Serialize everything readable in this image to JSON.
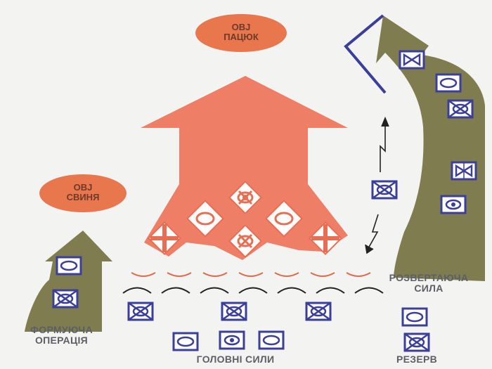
{
  "objectives": {
    "rat": {
      "line1": "OBJ",
      "line2": "ПАЦЮК"
    },
    "pig": {
      "line1": "OBJ",
      "line2": "СВИНЯ"
    }
  },
  "labels": {
    "shaping_line1": "ФОРМУЮЧА",
    "shaping_line2": "ОПЕРАЦІЯ",
    "main_forces": "ГОЛОВНІ СИЛИ",
    "reserve": "РЕЗЕРВ",
    "exploit_line1": "РОЗВЕРТАЮЧА",
    "exploit_line2": "СИЛА"
  },
  "colors": {
    "background": "#f3f3f1",
    "objective_fill": "#e9774e",
    "main_arrow": "#ee7f66",
    "olive_arrow": "#7f7d4f",
    "unit_border": "#3b3f99",
    "unit_fill": "#ffffff",
    "front_line_red": "#e06a4a",
    "front_line_black": "#222222"
  },
  "icons": {
    "unit_types": [
      "infantry-cross",
      "armor-oval",
      "mechanized-cross-oval",
      "artillery-dot",
      "airborne-bowtie"
    ]
  }
}
